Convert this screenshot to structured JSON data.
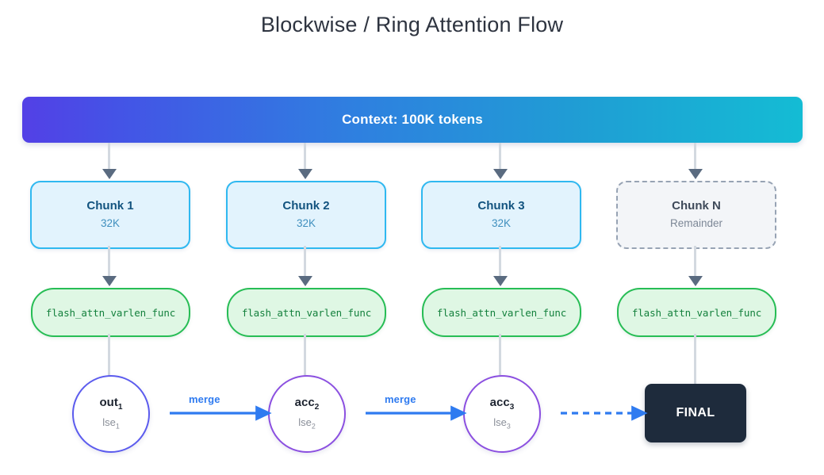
{
  "title": "Blockwise / Ring Attention Flow",
  "context": {
    "label": "Context: 100K tokens",
    "gradient_from": "#5340e6",
    "gradient_to": "#14bcd4"
  },
  "chunks": [
    {
      "title": "Chunk 1",
      "sub": "32K",
      "style": "solid"
    },
    {
      "title": "Chunk 2",
      "sub": "32K",
      "style": "solid"
    },
    {
      "title": "Chunk 3",
      "sub": "32K",
      "style": "solid"
    },
    {
      "title": "Chunk N",
      "sub": "Remainder",
      "style": "dashed"
    }
  ],
  "kernels": [
    {
      "label": "flash_attn_varlen_func"
    },
    {
      "label": "flash_attn_varlen_func"
    },
    {
      "label": "flash_attn_varlen_func"
    },
    {
      "label": "flash_attn_varlen_func"
    }
  ],
  "accumulators": [
    {
      "main": "out",
      "main_sub": "1",
      "sub": "lse",
      "sub_sub": "1",
      "color": "#5b5bee"
    },
    {
      "main": "acc",
      "main_sub": "2",
      "sub": "lse",
      "sub_sub": "2",
      "color": "#8b4fe0"
    },
    {
      "main": "acc",
      "main_sub": "3",
      "sub": "lse",
      "sub_sub": "3",
      "color": "#8b4fe0"
    }
  ],
  "merge_labels": [
    "merge",
    "merge"
  ],
  "final": {
    "label": "FINAL",
    "fill": "#1e2b3c"
  },
  "colors": {
    "chunk_border": "#2fb8f0",
    "chunk_fill": "#e2f3fd",
    "kernel_border": "#27bd55",
    "kernel_fill": "#dff7e4",
    "arrow_blue": "#2f7bf0",
    "connector_gray": "#d3d9e0",
    "arrowhead_gray": "#5a6b80",
    "background": "#ffffff"
  }
}
